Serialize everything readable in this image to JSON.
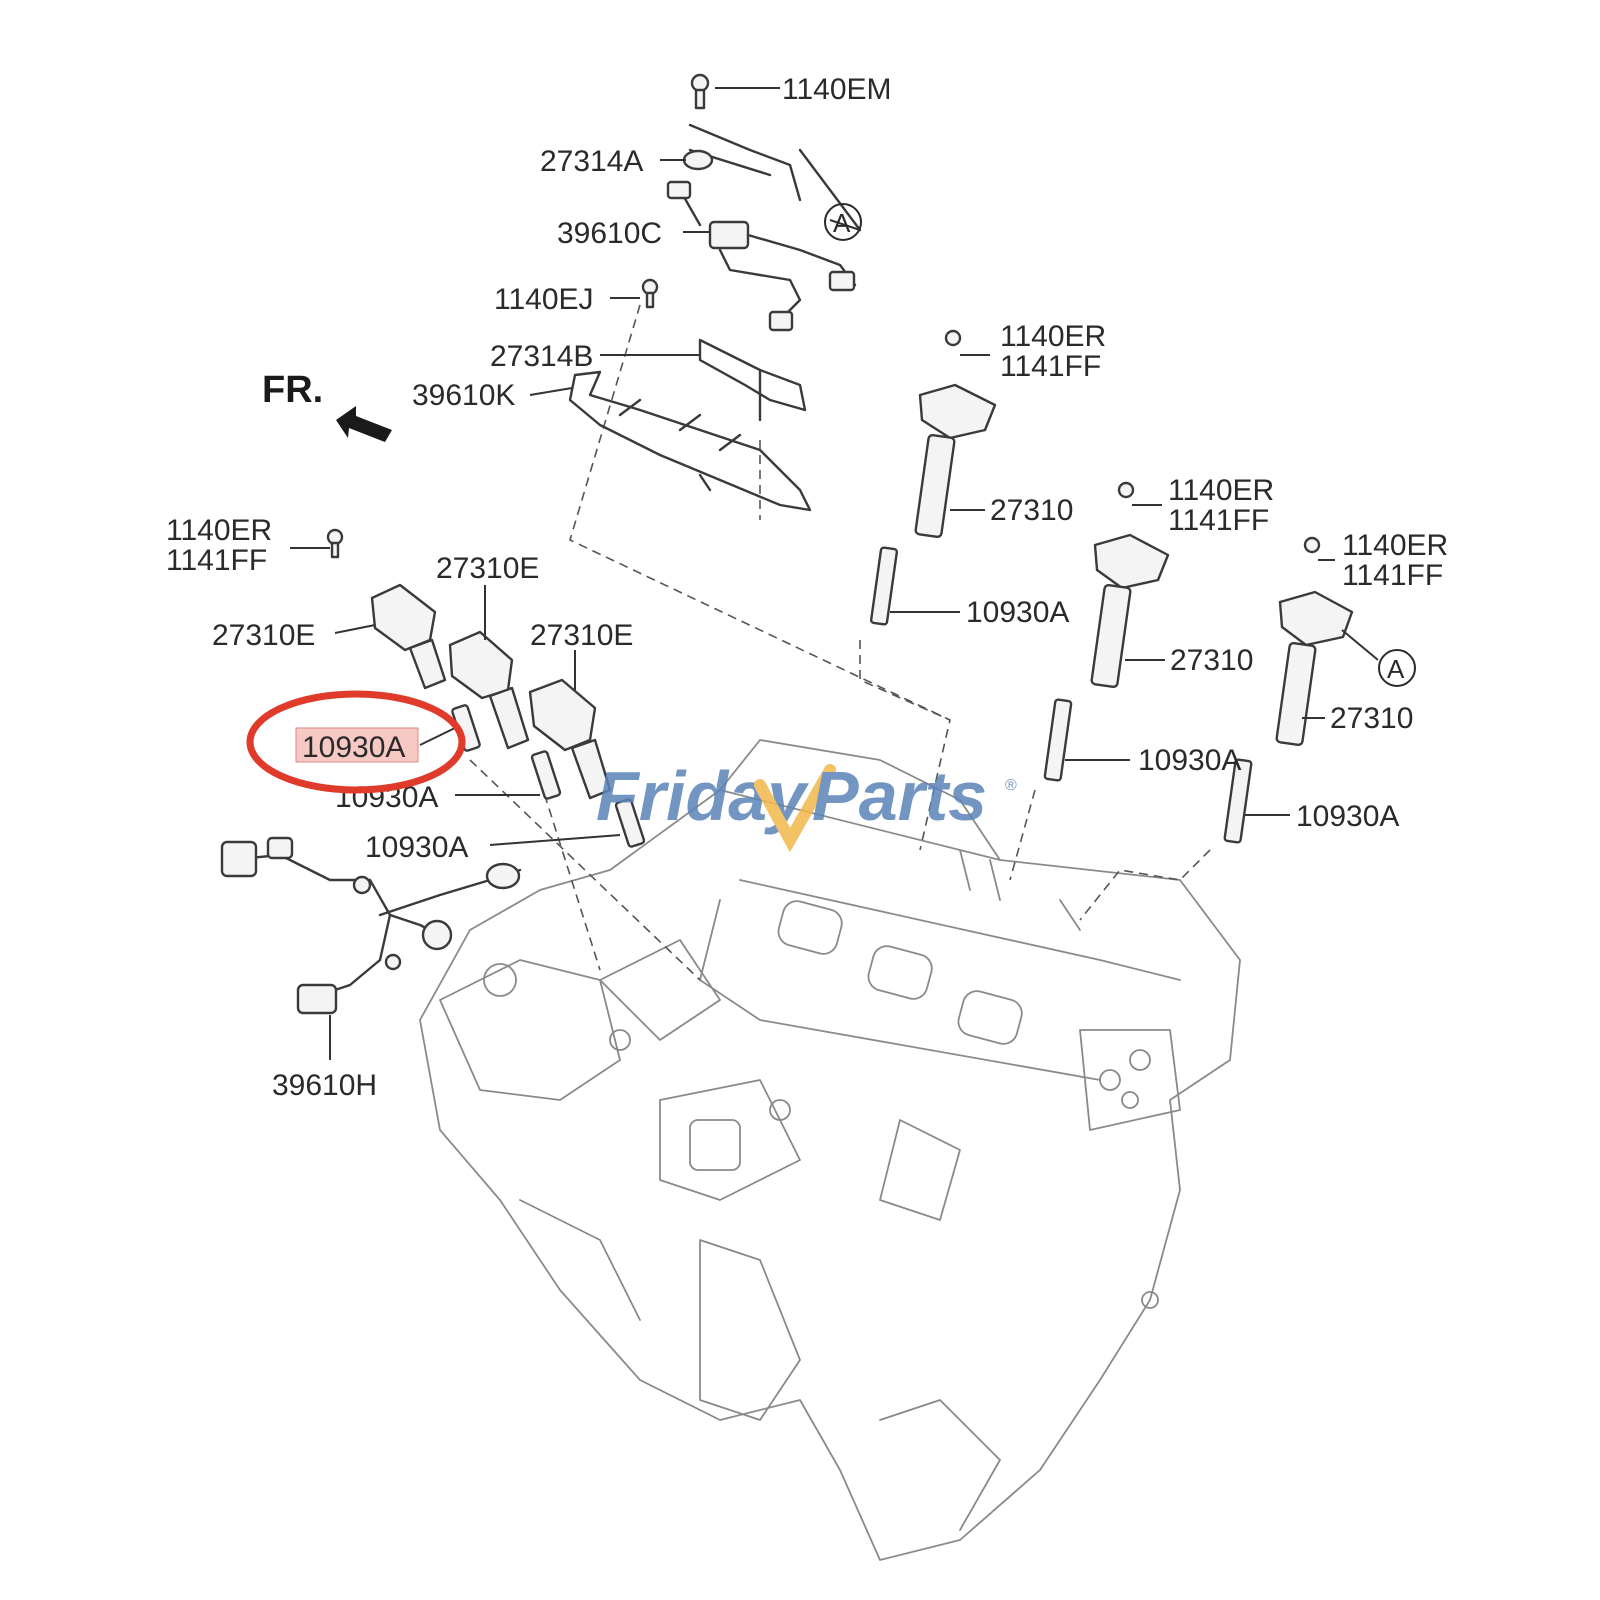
{
  "direction_label": "FR.",
  "callout_ref": "A",
  "highlight_color": "#e03a2a",
  "watermark": {
    "text_left": "Friday",
    "text_right": "Parts",
    "registered": "®",
    "color": "#5b83b8",
    "accent_color": "#f2b84b"
  },
  "labels": {
    "bolt_top": "1140EM",
    "bracket_top": "27314A",
    "harness_top": "39610C",
    "bolt_mid": "1140EJ",
    "bracket_mid": "27314B",
    "harness_bracket": "39610K",
    "bolt_r1_a": "1140ER",
    "bolt_r1_b": "1141FF",
    "coil_r1": "27310",
    "plug_r1": "10930A",
    "bolt_r2_a": "1140ER",
    "bolt_r2_b": "1141FF",
    "coil_r2": "27310",
    "plug_r2": "10930A",
    "bolt_r3_a": "1140ER",
    "bolt_r3_b": "1141FF",
    "coil_r3": "27310",
    "plug_r3": "10930A",
    "bolt_left_a": "1140ER",
    "bolt_left_b": "1141FF",
    "coil_left_center": "27310E",
    "coil_left_1": "27310E",
    "coil_left_3": "27310E",
    "plug_left_highlighted": "10930A",
    "plug_left_2": "10930A",
    "plug_left_3": "10930A",
    "harness_bottom": "39610H"
  }
}
